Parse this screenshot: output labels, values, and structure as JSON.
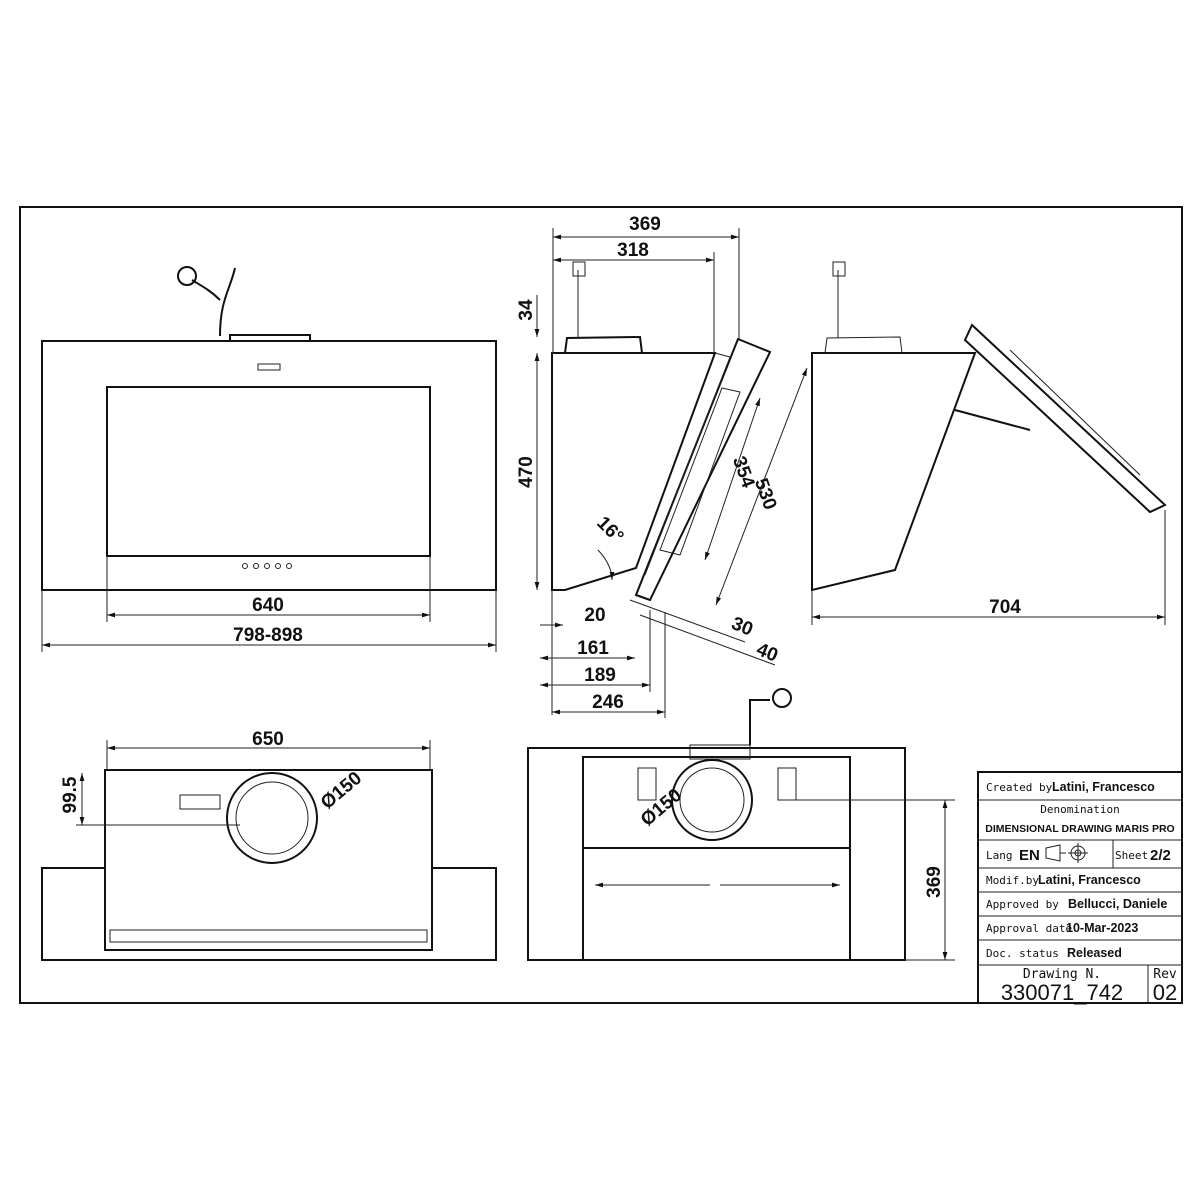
{
  "front_view": {
    "dims": {
      "screen_width": "640",
      "overall_width": "798-898"
    }
  },
  "side_view": {
    "dims": {
      "depth_total": "369",
      "depth_body": "318",
      "top_height": "34",
      "height": "470",
      "panel_length": "530",
      "screen_length": "354",
      "angle": "16°",
      "d20": "20",
      "d161": "161",
      "d189": "189",
      "d246": "246",
      "d30": "30",
      "d40": "40"
    }
  },
  "open_view": {
    "dims": {
      "open_depth": "704"
    }
  },
  "bottom_view": {
    "dims": {
      "width": "650",
      "offset": "99.5",
      "duct": "Ø150"
    }
  },
  "back_view": {
    "dims": {
      "duct": "Ø150",
      "depth": "369"
    }
  },
  "title_block": {
    "created_label": "Created by",
    "created_value": "Latini, Francesco",
    "denomination_label": "Denomination",
    "denomination_value": "DIMENSIONAL DRAWING MARIS PRO",
    "lang_label": "Lang",
    "lang_value": "EN",
    "sheet_label": "Sheet",
    "sheet_value": "2/2",
    "modif_label": "Modif.by",
    "modif_value": "Latini, Francesco",
    "approved_label": "Approved by",
    "approved_value": "Bellucci, Daniele",
    "date_label": "Approval date",
    "date_value": "10-Mar-2023",
    "status_label": "Doc. status",
    "status_value": "Released",
    "drawing_label": "Drawing N.",
    "drawing_value": "330071_742",
    "rev_label": "Rev",
    "rev_value": "02"
  }
}
